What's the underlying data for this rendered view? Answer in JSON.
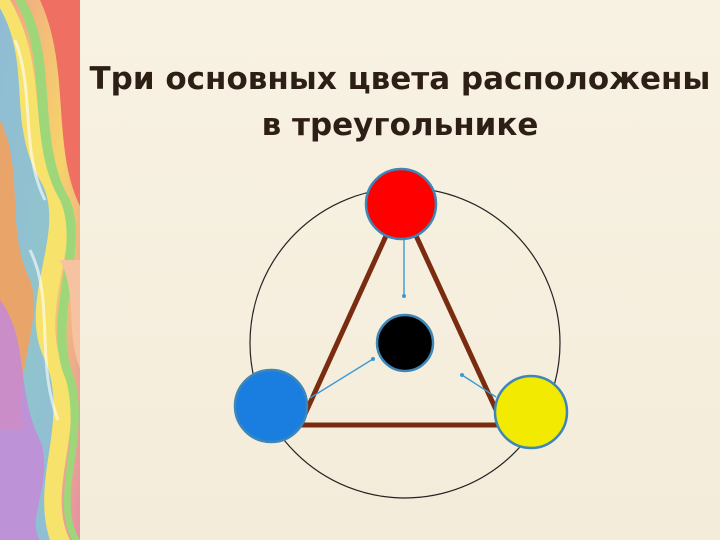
{
  "slide": {
    "title_line1": "Три основных цвета расположены",
    "title_line2": "в треугольнике"
  },
  "diagram": {
    "nodes": [
      {
        "id": "red",
        "color": "#ff0000"
      },
      {
        "id": "blue",
        "color": "#1a7ee0"
      },
      {
        "id": "yellow",
        "color": "#f2ea00"
      },
      {
        "id": "black",
        "color": "#000000"
      }
    ],
    "triangle_color": "#7a2c10",
    "arrow_color": "#3a9ad6",
    "circle_outline": "#3d86b8"
  }
}
